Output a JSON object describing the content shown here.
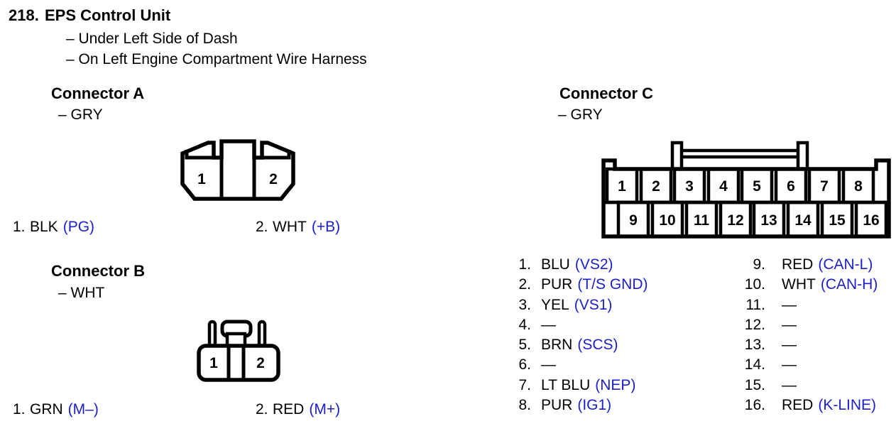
{
  "colors": {
    "blue": "#1c1ec8",
    "ink": "#000000"
  },
  "page": {
    "number": "218.",
    "title": "EPS Control Unit",
    "locations": [
      "– Under Left Side of Dash",
      "– On Left Engine Compartment Wire Harness"
    ]
  },
  "connector_a": {
    "title": "Connector A",
    "color": "– GRY",
    "diagram_pins": [
      "1",
      "2"
    ],
    "pins": [
      {
        "num": "1.",
        "wire": "BLK",
        "signal": "(PG)"
      },
      {
        "num": "2.",
        "wire": "WHT",
        "signal": "(+B)"
      }
    ]
  },
  "connector_b": {
    "title": "Connector B",
    "color": "– WHT",
    "diagram_pins": [
      "1",
      "2"
    ],
    "pins": [
      {
        "num": "1.",
        "wire": "GRN",
        "signal": "(M–)"
      },
      {
        "num": "2.",
        "wire": "RED",
        "signal": "(M+)"
      }
    ]
  },
  "connector_c": {
    "title": "Connector C",
    "color": "– GRY",
    "diagram_pins_top": [
      "1",
      "2",
      "3",
      "4",
      "5",
      "6",
      "7",
      "8"
    ],
    "diagram_pins_bottom": [
      "9",
      "10",
      "11",
      "12",
      "13",
      "14",
      "15",
      "16"
    ],
    "pins_left": [
      {
        "num": "1.",
        "wire": "BLU",
        "signal": "(VS2)"
      },
      {
        "num": "2.",
        "wire": "PUR",
        "signal": "(T/S GND)"
      },
      {
        "num": "3.",
        "wire": "YEL",
        "signal": "(VS1)"
      },
      {
        "num": "4.",
        "wire": "—",
        "signal": ""
      },
      {
        "num": "5.",
        "wire": "BRN",
        "signal": "(SCS)"
      },
      {
        "num": "6.",
        "wire": "—",
        "signal": ""
      },
      {
        "num": "7.",
        "wire": "LT BLU",
        "signal": "(NEP)"
      },
      {
        "num": "8.",
        "wire": "PUR",
        "signal": "(IG1)"
      }
    ],
    "pins_right": [
      {
        "num": "9.",
        "wire": "RED",
        "signal": "(CAN-L)"
      },
      {
        "num": "10.",
        "wire": "WHT",
        "signal": "(CAN-H)"
      },
      {
        "num": "11.",
        "wire": "—",
        "signal": ""
      },
      {
        "num": "12.",
        "wire": "—",
        "signal": ""
      },
      {
        "num": "13.",
        "wire": "—",
        "signal": ""
      },
      {
        "num": "14.",
        "wire": "—",
        "signal": ""
      },
      {
        "num": "15.",
        "wire": "—",
        "signal": ""
      },
      {
        "num": "16.",
        "wire": "RED",
        "signal": "(K-LINE)"
      }
    ]
  }
}
